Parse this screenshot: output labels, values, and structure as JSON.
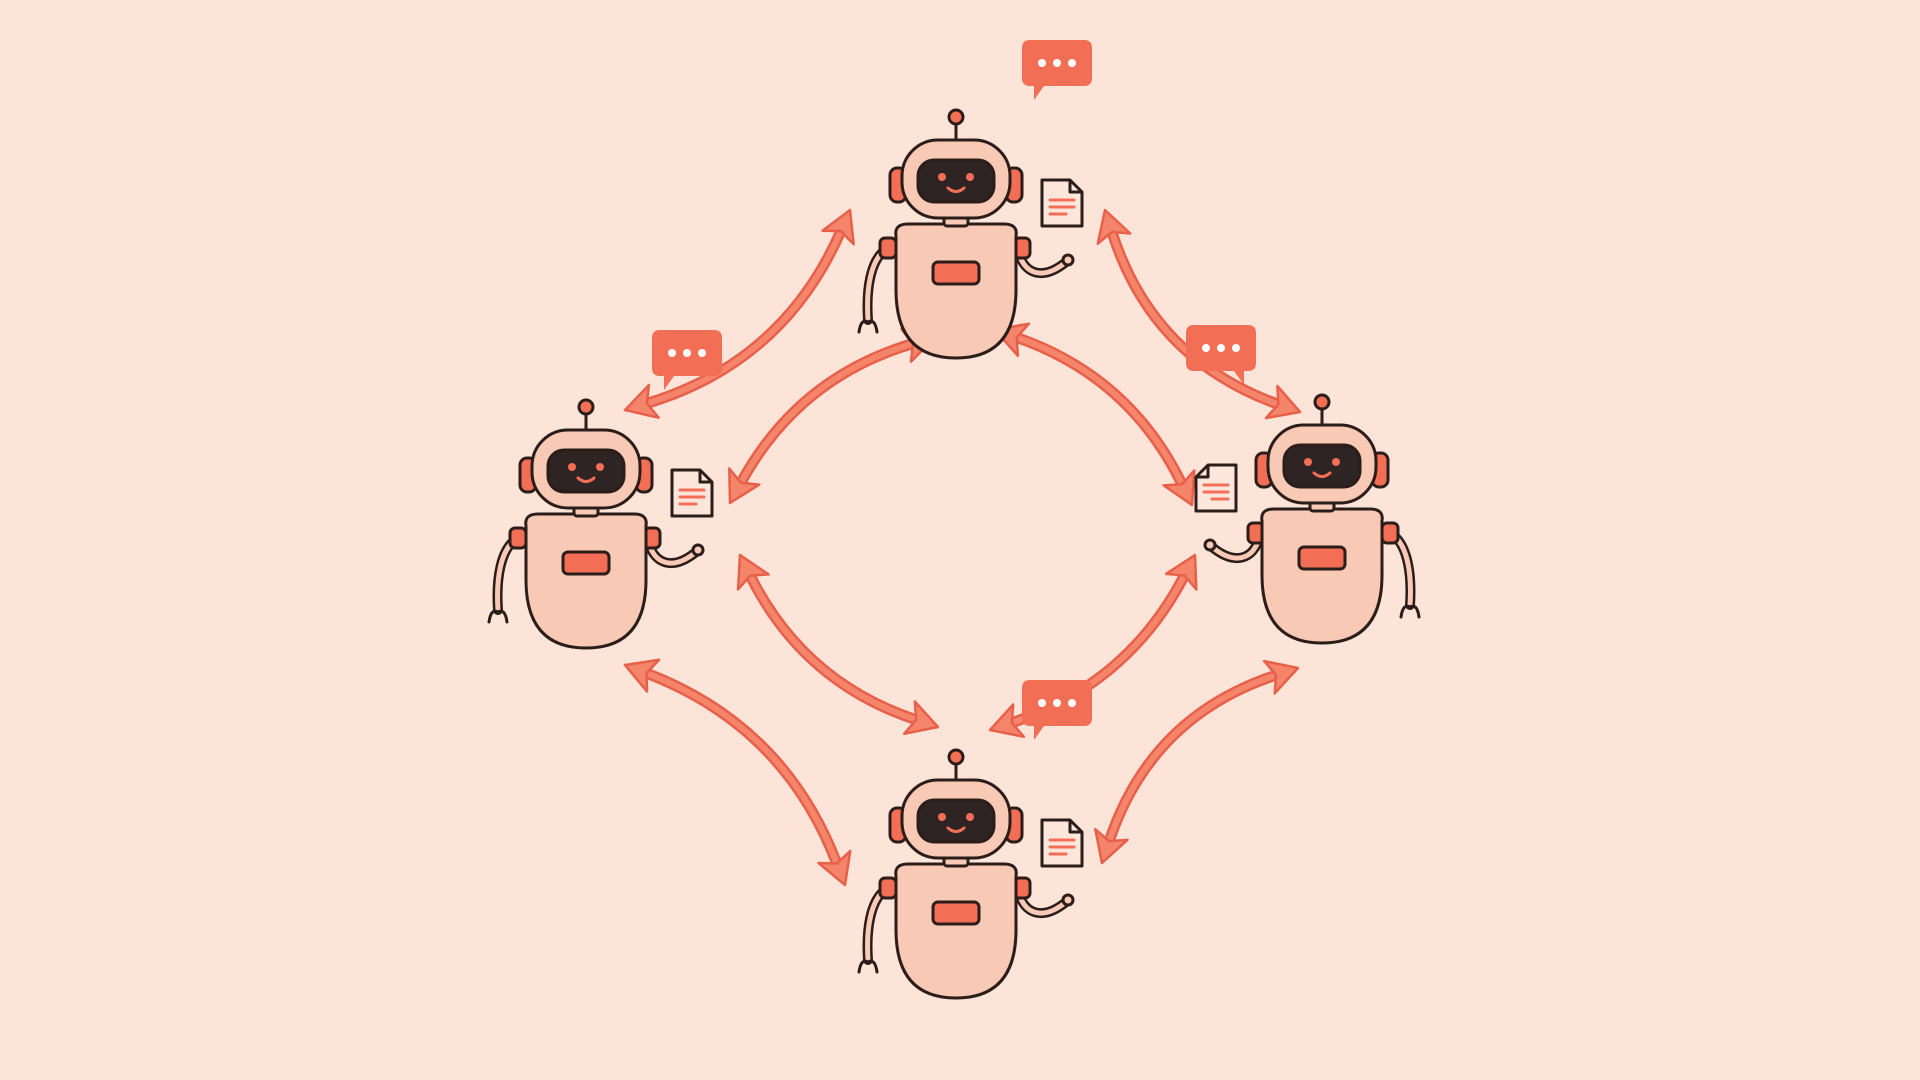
{
  "colors": {
    "background": "#fde4d9",
    "accent": "#f26f55",
    "arrow_fill": "#f4846a",
    "arrow_stroke": "#e8604a",
    "robot_body": "#f8c9b4",
    "robot_outline": "#2b1d1a",
    "visor": "#2e2423",
    "smile": "#f26f55",
    "bubble_dots": "#ffffff",
    "document_paper": "#fde7dc",
    "document_lines": "#f26f55"
  },
  "icons": {
    "robot": "robot-icon",
    "speech_bubble": "speech-bubble-icon",
    "document": "document-icon",
    "arrow": "bidirectional-arrow"
  },
  "agents": [
    {
      "id": "top",
      "document_side": "right",
      "arm_side": "right"
    },
    {
      "id": "left",
      "document_side": "right",
      "arm_side": "right"
    },
    {
      "id": "right",
      "document_side": "left",
      "arm_side": "left"
    },
    {
      "id": "bottom",
      "document_side": "right",
      "arm_side": "right"
    }
  ],
  "connections": [
    {
      "from": "top",
      "to": "left",
      "type": "outer"
    },
    {
      "from": "top",
      "to": "right",
      "type": "outer"
    },
    {
      "from": "left",
      "to": "bottom",
      "type": "outer"
    },
    {
      "from": "right",
      "to": "bottom",
      "type": "outer"
    },
    {
      "from": "top",
      "to": "left",
      "type": "inner"
    },
    {
      "from": "top",
      "to": "right",
      "type": "inner"
    },
    {
      "from": "left",
      "to": "bottom",
      "type": "inner"
    },
    {
      "from": "right",
      "to": "bottom",
      "type": "inner"
    }
  ]
}
